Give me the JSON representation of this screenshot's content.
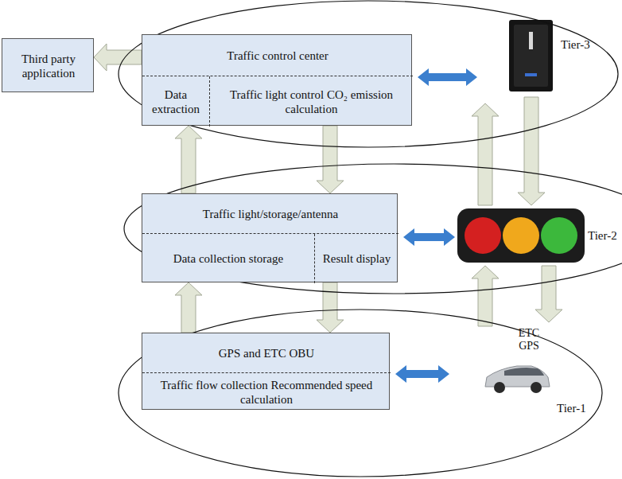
{
  "diagram": {
    "nodes": [
      {
        "text": [
          "Tier-3"
        ]
      },
      {
        "text": [
          "Traffic control center",
          "Data extraction",
          "Traffic light control CO₂ emission calculation"
        ],
        "in": 0
      },
      {
        "text": [
          "Third party application"
        ]
      },
      {
        "text": [
          "Tier-2"
        ]
      },
      {
        "text": [
          "Traffic light/storage/antenna",
          "Data collection storage",
          "Result display"
        ],
        "in": 3
      },
      {
        "text": [
          "Tier-1"
        ]
      },
      {
        "text": [
          "GPS and ETC OBU",
          "Traffic flow collection Recommended speed calculation"
        ],
        "in": 5
      }
    ],
    "edges": [
      {
        "from": 1,
        "to": 2,
        "arrow": "to"
      },
      {
        "from": 1,
        "to": 4,
        "arrow": "to"
      },
      {
        "from": 4,
        "to": 1,
        "arrow": "to"
      },
      {
        "from": 4,
        "to": 6,
        "arrow": "to"
      },
      {
        "from": 6,
        "to": 4,
        "arrow": "to"
      }
    ],
    "labels": [
      "ETC GPS"
    ]
  }
}
